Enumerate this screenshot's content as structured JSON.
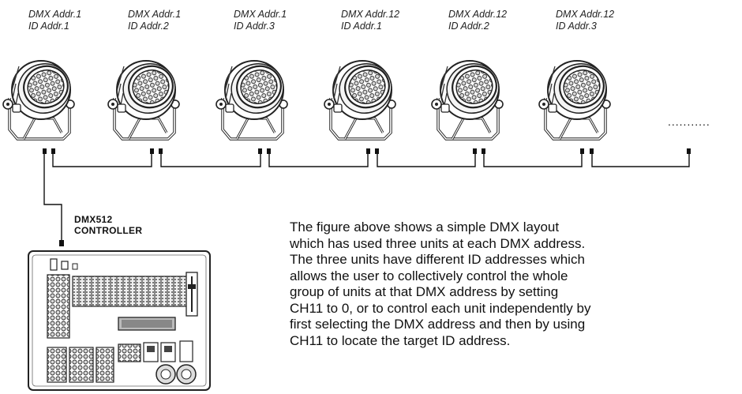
{
  "fixtures": [
    {
      "dmx": "DMX Addr.1",
      "id": "ID Addr.1"
    },
    {
      "dmx": "DMX Addr.1",
      "id": "ID Addr.2"
    },
    {
      "dmx": "DMX Addr.1",
      "id": "ID Addr.3"
    },
    {
      "dmx": "DMX Addr.12",
      "id": "ID Addr.1"
    },
    {
      "dmx": "DMX Addr.12",
      "id": "ID Addr.2"
    },
    {
      "dmx": "DMX Addr.12",
      "id": "ID Addr.3"
    }
  ],
  "continuation": "...........",
  "controller": {
    "line1": "DMX512",
    "line2": "CONTROLLER"
  },
  "description": [
    "The figure above shows a simple DMX layout",
    "which has used three units at each DMX address.",
    "The three units have different ID addresses which",
    "allows the user to collectively control the whole",
    "group of units at that DMX address by setting",
    "CH11 to 0, or to control each unit independently by",
    "first selecting the DMX address and then by using",
    "CH11 to locate the target ID address."
  ]
}
